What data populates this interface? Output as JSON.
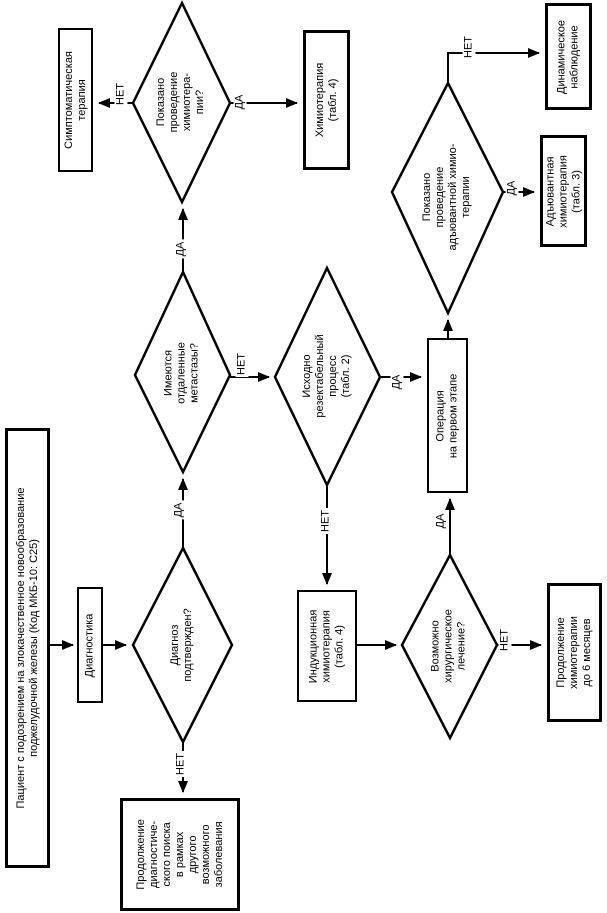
{
  "diagram": {
    "language": "ru",
    "stroke_color": "#000000",
    "background_color": "#ffffff",
    "text_rotation_degrees": -90
  },
  "nodes": {
    "patient": {
      "label": "Пациент с подозрением на злокачественное новообразование\nподжелудочной железы (Код МКБ-10: C25)"
    },
    "diagnostics": {
      "label": "Диагностика"
    },
    "diagnosis_confirmed": {
      "label": "Диагноз\nподтвержден?"
    },
    "continue_diagnostic_search": {
      "label": "Продолжение\nдиагностиче-\nского поиска\nв рамках\nдругого\nвозможного\nзаболевания"
    },
    "distant_metastases": {
      "label": "Имеются\nотдаленные\nметастазы?"
    },
    "chemo_indicated": {
      "label": "Показано\nпроведение\nхимиотера-\nпии?"
    },
    "symptomatic_therapy": {
      "label": "Симптоматическая\nтерапия"
    },
    "chemotherapy": {
      "label": "Химиотерапия\n(табл. 4)"
    },
    "initially_resectable": {
      "label": "Исходно\nрезектабельный\nпроцесс\n(табл. 2)"
    },
    "operation_first_stage": {
      "label": "Операция\nна первом этапе"
    },
    "adjuvant_chemo_indicated": {
      "label": "Показано\nпроведение\nадъювантной химио-\nтерапии"
    },
    "dynamic_observation": {
      "label": "Динамическое\nнаблюдение"
    },
    "adjuvant_chemotherapy": {
      "label": "Адъювантная\nхимиотерапия\n(табл. 3)"
    },
    "induction_chemotherapy": {
      "label": "Индукционная\nхимиотерапия\n(табл. 4)"
    },
    "surgery_possible": {
      "label": "Возможно\nхирургическое\nлечение?"
    },
    "continue_chemo_6_months": {
      "label": "Продолжение\nхимиотерапии\nдо 6 месяцев"
    }
  },
  "edge_labels": {
    "yes": "ДА",
    "no": "НЕТ"
  }
}
